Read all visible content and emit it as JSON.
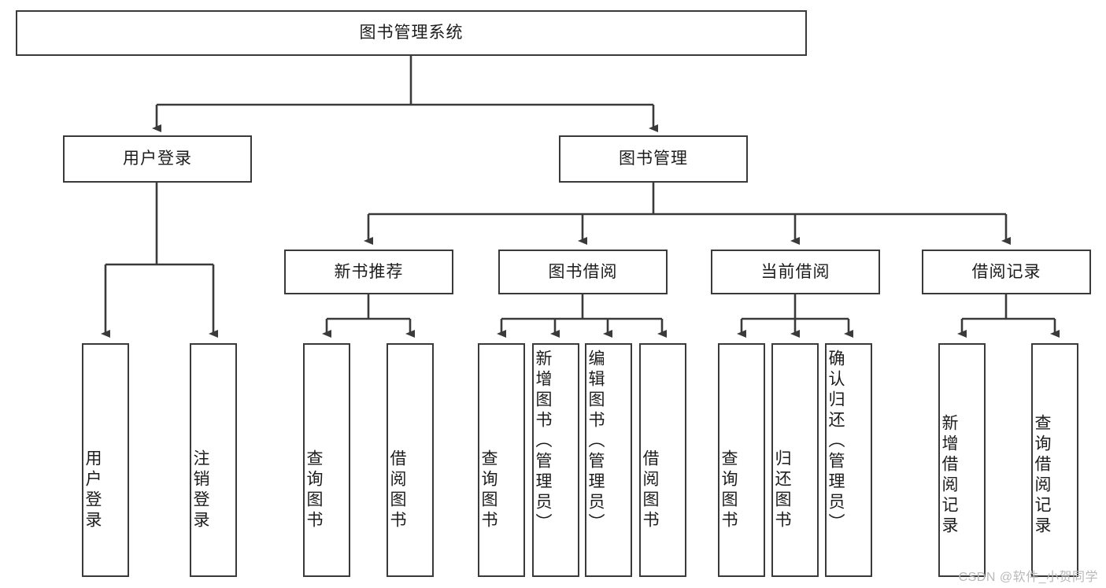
{
  "diagram": {
    "type": "tree-hierarchy",
    "title": "图书管理系统",
    "root": {
      "label": "图书管理系统"
    },
    "level1": [
      {
        "label": "用户登录"
      },
      {
        "label": "图书管理"
      }
    ],
    "level2": [
      {
        "label": "新书推荐",
        "parent": "图书管理"
      },
      {
        "label": "图书借阅",
        "parent": "图书管理"
      },
      {
        "label": "当前借阅",
        "parent": "图书管理"
      },
      {
        "label": "借阅记录",
        "parent": "图书管理"
      }
    ],
    "leaves": [
      {
        "label": "用户登录",
        "parent": "用户登录"
      },
      {
        "label": "注销登录",
        "parent": "用户登录"
      },
      {
        "label": "查询图书",
        "parent": "新书推荐"
      },
      {
        "label": "借阅图书",
        "parent": "新书推荐"
      },
      {
        "label": "查询图书",
        "parent": "图书借阅"
      },
      {
        "label": "新增图书（管理员）",
        "parent": "图书借阅"
      },
      {
        "label": "编辑图书（管理员）",
        "parent": "图书借阅"
      },
      {
        "label": "借阅图书",
        "parent": "图书借阅"
      },
      {
        "label": "查询图书",
        "parent": "当前借阅"
      },
      {
        "label": "归还图书",
        "parent": "当前借阅"
      },
      {
        "label": "确认归还（管理员）",
        "parent": "当前借阅"
      },
      {
        "label": "新增借阅记录",
        "parent": "借阅记录"
      },
      {
        "label": "查询借阅记录",
        "parent": "借阅记录"
      }
    ]
  },
  "watermark": {
    "text": "CSDN @软件_小贺同学"
  },
  "colors": {
    "stroke": "#3a3a3a",
    "text": "#1c1c1c",
    "background": "#ffffff",
    "watermark": "#b9b9b9"
  }
}
